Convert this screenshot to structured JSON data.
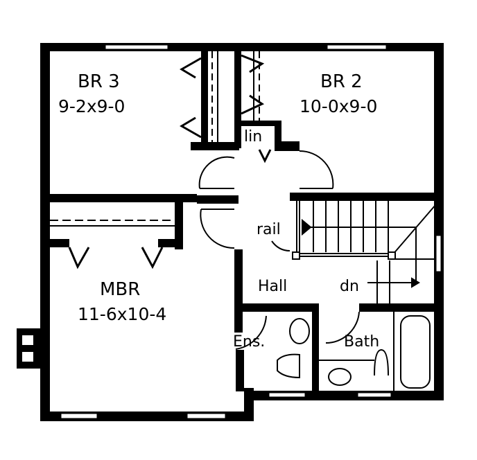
{
  "plan": {
    "colors": {
      "wall": "#000000",
      "background": "#ffffff"
    },
    "rooms": [
      {
        "id": "br3",
        "name": "BR 3",
        "dimensions": "9-2x9-0"
      },
      {
        "id": "br2",
        "name": "BR 2",
        "dimensions": "10-0x9-0"
      },
      {
        "id": "mbr",
        "name": "MBR",
        "dimensions": "11-6x10-4"
      },
      {
        "id": "hall",
        "name": "Hall"
      },
      {
        "id": "ens",
        "name": "Ens."
      },
      {
        "id": "bath",
        "name": "Bath"
      },
      {
        "id": "lin",
        "name": "lin"
      }
    ],
    "annotations": {
      "rail": "rail",
      "stairs_down": "dn"
    }
  }
}
